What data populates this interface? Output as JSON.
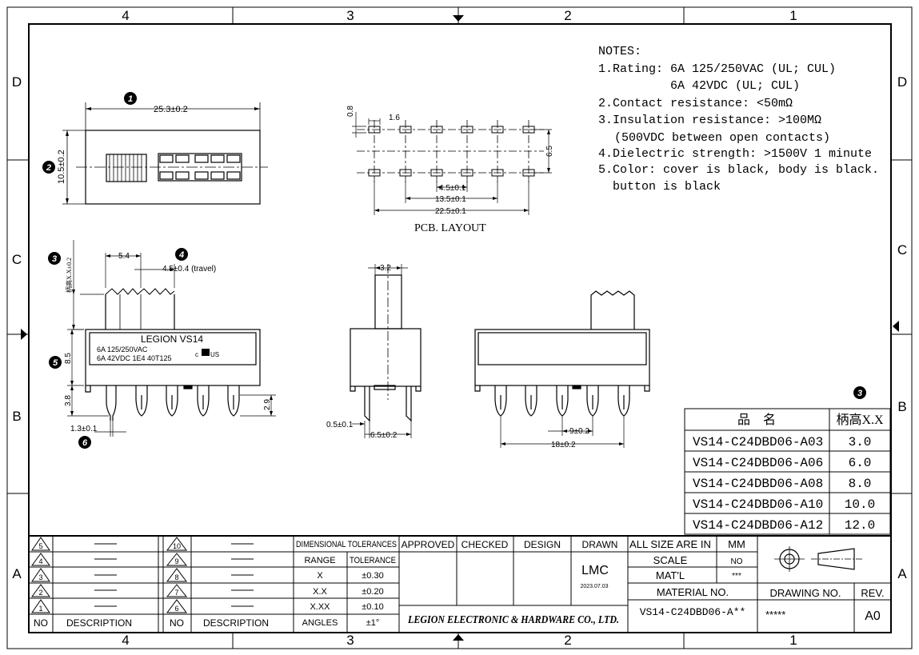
{
  "border": {
    "top_columns": [
      "4",
      "3",
      "2",
      "1"
    ],
    "bottom_columns": [
      "4",
      "3",
      "2",
      "1"
    ],
    "left_rows": [
      "D",
      "C",
      "B",
      "A"
    ],
    "right_rows": [
      "D",
      "C",
      "B",
      "A"
    ]
  },
  "notes": {
    "heading": "NOTES:",
    "lines": [
      "1.Rating: 6A 125/250VAC (UL; CUL)",
      "6A 42VDC (UL; CUL)",
      "2.Contact resistance: <50mΩ",
      "3.Insulation resistance: >100MΩ",
      "(500VDC between open contacts)",
      "4.Dielectric strength: >1500V 1 minute",
      "5.Color: cover is black, body is black.",
      "button is black"
    ]
  },
  "top_view": {
    "balloon_1": "1",
    "balloon_2": "2",
    "dim_length": "25.3±0.2",
    "dim_width": "10.5±0.2"
  },
  "pcb": {
    "caption": "PCB. LAYOUT",
    "dim_pad_h": "0.8",
    "dim_pad_w": "1.6",
    "dim_row_gap": "6.5",
    "dim_45": "4.5±0.1",
    "dim_135": "13.5±0.1",
    "dim_225": "22.5±0.1"
  },
  "front_view": {
    "balloon_3": "3",
    "balloon_4": "4",
    "balloon_5": "5",
    "balloon_6": "6",
    "handle_label": "柄高X.X±0.2",
    "dim_54": "5.4",
    "dim_travel": "4.5±0.4 (travel)",
    "dim_85": "8.5",
    "dim_38": "3.8",
    "dim_29": "2.9",
    "dim_13": "1.3±0.1",
    "brand": "LEGION VS14",
    "rating_ac": "6A 125/250VAC",
    "rating_dc": "6A 42VDC 1E4 40T125",
    "ul_mark": "US"
  },
  "side_view": {
    "dim_32": "3.2",
    "dim_05": "0.5±0.1",
    "dim_65": "6.5±0.2"
  },
  "back_view": {
    "dim_9": "9±0.2",
    "dim_18": "18±0.2"
  },
  "variants": {
    "balloon": "3",
    "header_name": "品　名",
    "header_height": "柄高X.X",
    "rows": [
      {
        "name": "VS14-C24DBD06-A03",
        "height": "3.0"
      },
      {
        "name": "VS14-C24DBD06-A06",
        "height": "6.0"
      },
      {
        "name": "VS14-C24DBD06-A08",
        "height": "8.0"
      },
      {
        "name": "VS14-C24DBD06-A10",
        "height": "10.0"
      },
      {
        "name": "VS14-C24DBD06-A12",
        "height": "12.0"
      }
    ]
  },
  "title_block": {
    "rev_left": [
      "5",
      "4",
      "3",
      "2",
      "1"
    ],
    "rev_right": [
      "10",
      "9",
      "8",
      "7",
      "6"
    ],
    "no_label": "NO",
    "description_label": "DESCRIPTION",
    "tolerance_title": "DIMENSIONAL TOLERANCES",
    "tolerance_header": [
      "RANGE",
      "TOLERANCE"
    ],
    "tolerances": [
      {
        "range": "X",
        "tol": "±0.30"
      },
      {
        "range": "X.X",
        "tol": "±0.20"
      },
      {
        "range": "X.XX",
        "tol": "±0.10"
      },
      {
        "range": "ANGLES",
        "tol": "±1°"
      }
    ],
    "approved": "APPROVED",
    "checked": "CHECKED",
    "design": "DESIGN",
    "drawn": "DRAWN",
    "drawn_by": "LMC",
    "drawn_date": "2023.07.03",
    "company": "LEGION ELECTRONIC & HARDWARE CO., LTD.",
    "size_unit_label": "ALL SIZE ARE IN",
    "size_unit": "MM",
    "scale_label": "SCALE",
    "scale": "NO",
    "mat_label": "MAT'L",
    "mat": "***",
    "material_no_label": "MATERIAL NO.",
    "material_no": "VS14-C24DBD06-A**",
    "drawing_no_label": "DRAWING NO.",
    "drawing_no": "*****",
    "rev_label": "REV.",
    "rev": "A0"
  }
}
